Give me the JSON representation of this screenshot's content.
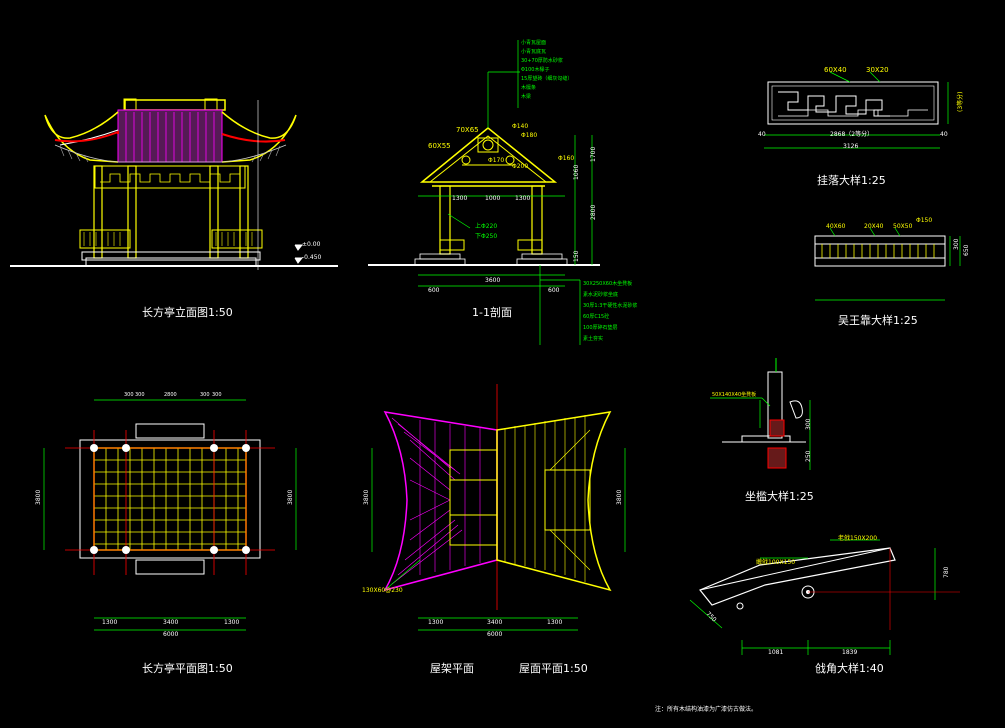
{
  "colors": {
    "background": "#000000",
    "roof_yellow": "#ffff00",
    "dim_green": "#00ff00",
    "magenta": "#ff00ff",
    "red_axis": "#ff0000",
    "white": "#ffffff",
    "cyan": "#00ffff"
  },
  "captions": {
    "elevation": "长方亭立面图1:50",
    "section": "1-1剖面",
    "gualuo": "挂落大样1:25",
    "wuwangkao": "吴王靠大样1:25",
    "zuokan": "坐槛大样1:25",
    "plan": "长方亭平面图1:50",
    "roof_frame": "屋架平面",
    "roof_plan": "屋面平面1:50",
    "corner": "戗角大样1:40",
    "footnote": "注：所有木结构油漆为广漆仿古做法。"
  },
  "dims": {
    "elev_level_top": "±0.00",
    "elev_level_bot": "-0.450",
    "sec_7": "70X65",
    "sec_6": "60X55",
    "sec_phi140": "Φ140",
    "sec_phi180": "Φ180",
    "sec_phi160": "Φ160",
    "sec_phi170": "Φ170",
    "sec_phi200": "Φ200",
    "sec_col_a": "上Φ220",
    "sec_col_b": "下Φ250",
    "sec_3600": "3600",
    "sec_600a": "600",
    "sec_600b": "600",
    "sec_1000": "1000",
    "sec_1300a": "1300",
    "sec_1300b": "1300",
    "sec_2800": "2800",
    "sec_1700": "1700",
    "sec_1060": "1060",
    "sec_150": "150",
    "gl_60x40": "60X40",
    "gl_30x20": "30X20",
    "gl_3126": "3126",
    "gl_2868": "2868（2等分）",
    "gl_40a": "40",
    "gl_40b": "40",
    "gl_side": "(3等分)",
    "ww_a": "40X60",
    "ww_b": "20X40",
    "ww_c": "50X50",
    "ww_d": "Φ150",
    "ww_e": "300",
    "ww_f": "650",
    "zk_a": "50X140X40坐凳板",
    "zk_b": "300",
    "zk_c": "250",
    "plan_300a": "300",
    "plan_300b": "300",
    "plan_2800": "2800",
    "plan_300c": "300",
    "plan_300d": "300",
    "plan_3400": "3400",
    "plan_6000": "6000",
    "plan_1300a": "1300",
    "plan_1300b": "1300",
    "plan_left": "3800",
    "plan_right": "3800",
    "rf_3800l": "3800",
    "rf_3800r": "3800",
    "rf_1300a": "1300",
    "rf_3400": "3400",
    "rf_1300b": "1300",
    "rf_6000": "6000",
    "rf_rafter": "130X60@230",
    "ca_a": "老戗150X200",
    "ca_b": "嫩戗100X150",
    "ca_c": "1081",
    "ca_d": "1839",
    "ca_e": "750",
    "ca_f": "780"
  },
  "spec_top": [
    "小青瓦屋面",
    "小青瓦底瓦",
    "30+70厚防水砂浆",
    "Φ100木椽子",
    "15厚望砖（细灰勾缝）",
    "木檩条",
    "木梁"
  ],
  "spec_bottom": [
    "30X250X60木坐凳板",
    "素水泥砂浆坐底",
    "30厚1:3干硬性水泥砂浆",
    "60厚C15砼",
    "100厚碎石垫层",
    "素土夯实"
  ]
}
